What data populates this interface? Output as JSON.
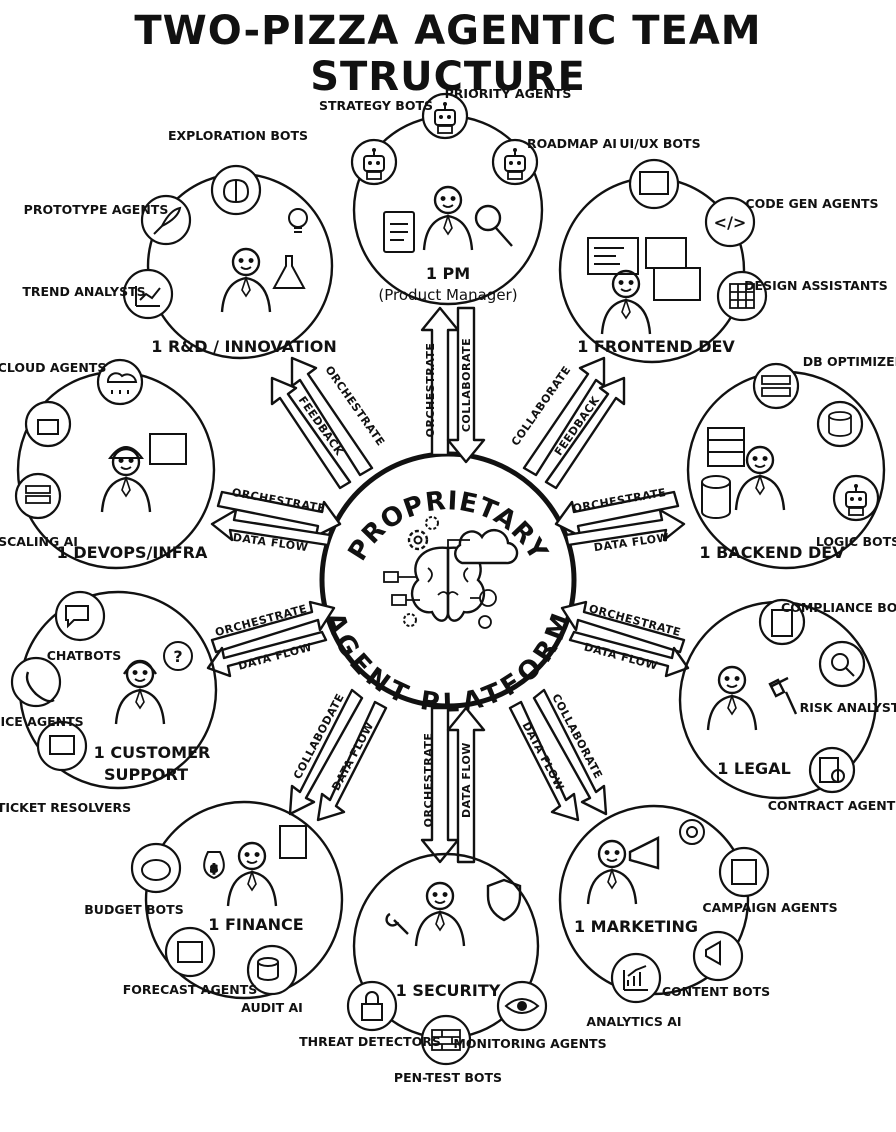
{
  "title": "TWO-PIZZA AGENTIC TEAM STRUCTURE",
  "hub": {
    "top_text": "PROPRIETARY",
    "bottom_text": "AGENT PLATFORM"
  },
  "roles": {
    "pm": {
      "title": "1 PM",
      "subtitle": "(Product Manager)",
      "agents": [
        "STRATEGY BOTS",
        "PRIORITY AGENTS",
        "ROADMAP AI"
      ],
      "arrows": [
        "ORCHESTRATE",
        "COLLABORATE"
      ]
    },
    "rnd": {
      "title": "1 R&D / INNOVATION",
      "agents": [
        "EXPLORATION BOTS",
        "PROTOTYPE AGENTS",
        "TREND ANALYSTS"
      ],
      "arrows": [
        "ORCHESTRATE",
        "FEEDBACK"
      ]
    },
    "frontend": {
      "title": "1 FRONTEND DEV",
      "agents": [
        "UI/UX BOTS",
        "CODE GEN AGENTS",
        "DESIGN ASSISTANTS"
      ],
      "arrows": [
        "COLLABORATE",
        "FEEDBACK"
      ]
    },
    "devops": {
      "title": "1 DEVOPS/INFRA",
      "agents": [
        "CLOUD AGENTS",
        "SCALING AI"
      ],
      "arrows": [
        "ORCHESTRATE",
        "DATA FLOW"
      ]
    },
    "backend": {
      "title": "1 BACKEND DEV",
      "agents": [
        "DB OPTIMIZERS",
        "LOGIC BOTS"
      ],
      "arrows": [
        "ORCHESTRATE",
        "DATA FLOW"
      ]
    },
    "support": {
      "title_line1": "1 CUSTOMER",
      "title_line2": "SUPPORT",
      "agents": [
        "CHATBOTS",
        "VOICE AGENTS",
        "TICKET RESOLVERS"
      ],
      "arrows": [
        "ORCHESTRATE",
        "DATA FLOW"
      ]
    },
    "legal": {
      "title": "1 LEGAL",
      "agents": [
        "COMPLIANCE BOTS",
        "RISK ANALYSTS",
        "CONTRACT AGENTS"
      ],
      "arrows": [
        "ORCHESTRATE",
        "DATA FLOW"
      ]
    },
    "finance": {
      "title": "1 FINANCE",
      "agents": [
        "BUDGET BOTS",
        "FORECAST AGENTS",
        "AUDIT AI"
      ],
      "arrows": [
        "COLLABODATE",
        "DATA FLOW"
      ]
    },
    "security": {
      "title": "1 SECURITY",
      "agents": [
        "THREAT DETECTORS",
        "PEN-TEST BOTS",
        "MONITORING AGENTS"
      ],
      "arrows": [
        "ORCHESTRATE",
        "DATA FLOW"
      ]
    },
    "marketing": {
      "title": "1 MARKETING",
      "agents": [
        "CAMPAIGN AGENTS",
        "CONTENT BOTS",
        "ANALYTICS AI"
      ],
      "arrows": [
        "COLLABORATE",
        "DATA FLOW"
      ]
    }
  }
}
